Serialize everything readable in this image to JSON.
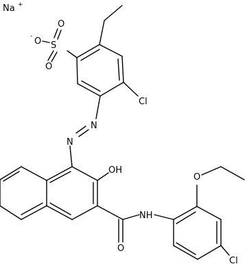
{
  "atoms": {
    "na": "Na",
    "na_charge": "+",
    "o_minus": "O",
    "o_minus_charge": "-",
    "s": "S",
    "o1": "O",
    "o2": "O",
    "cl1": "Cl",
    "n1": "N",
    "n2": "N",
    "oh": "OH",
    "o_amide": "O",
    "nh": "NH",
    "o_ether": "O",
    "cl2": "Cl"
  }
}
